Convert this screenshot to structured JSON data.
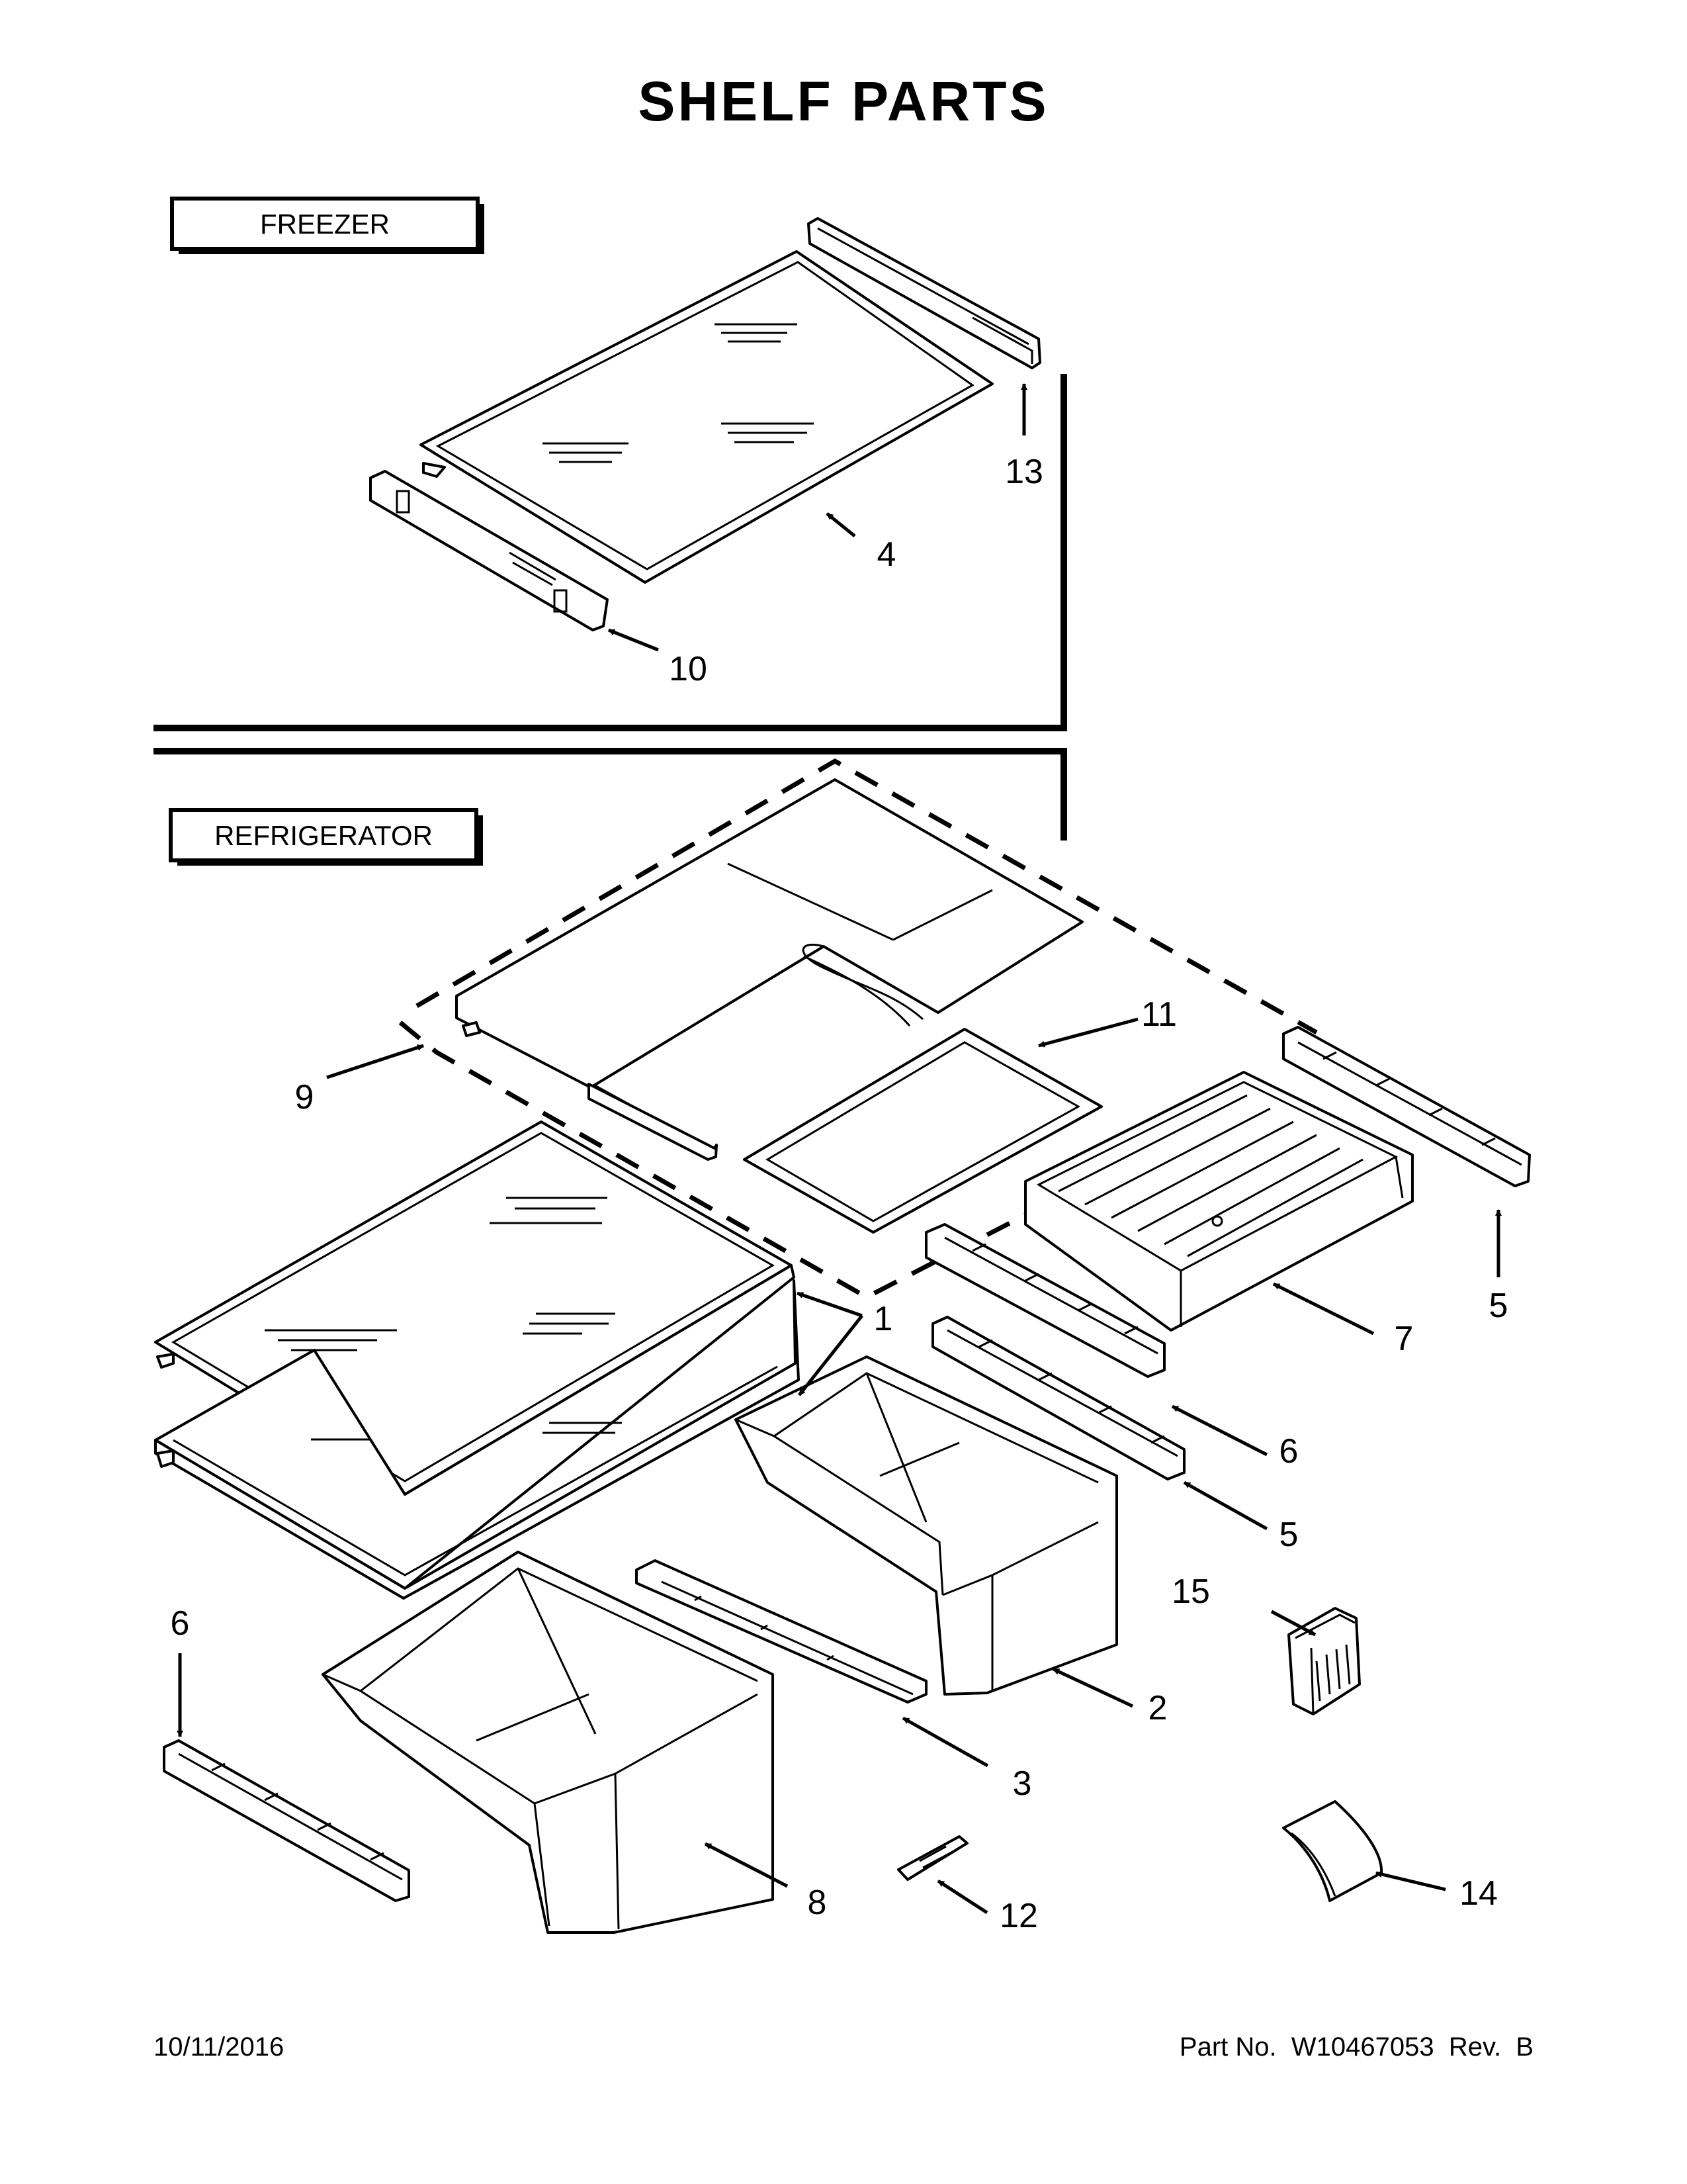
{
  "title": "SHELF PARTS",
  "sections": {
    "freezer": "FREEZER",
    "refrigerator": "REFRIGERATOR"
  },
  "callouts": {
    "c1": "1",
    "c2": "2",
    "c3": "3",
    "c4": "4",
    "c5a": "5",
    "c5b": "5",
    "c6a": "6",
    "c6b": "6",
    "c7": "7",
    "c8": "8",
    "c9": "9",
    "c10": "10",
    "c11": "11",
    "c12": "12",
    "c13": "13",
    "c14": "14",
    "c15": "15"
  },
  "footer": {
    "date": "10/11/2016",
    "part_no": "Part No.  W10467053  Rev.  B"
  }
}
